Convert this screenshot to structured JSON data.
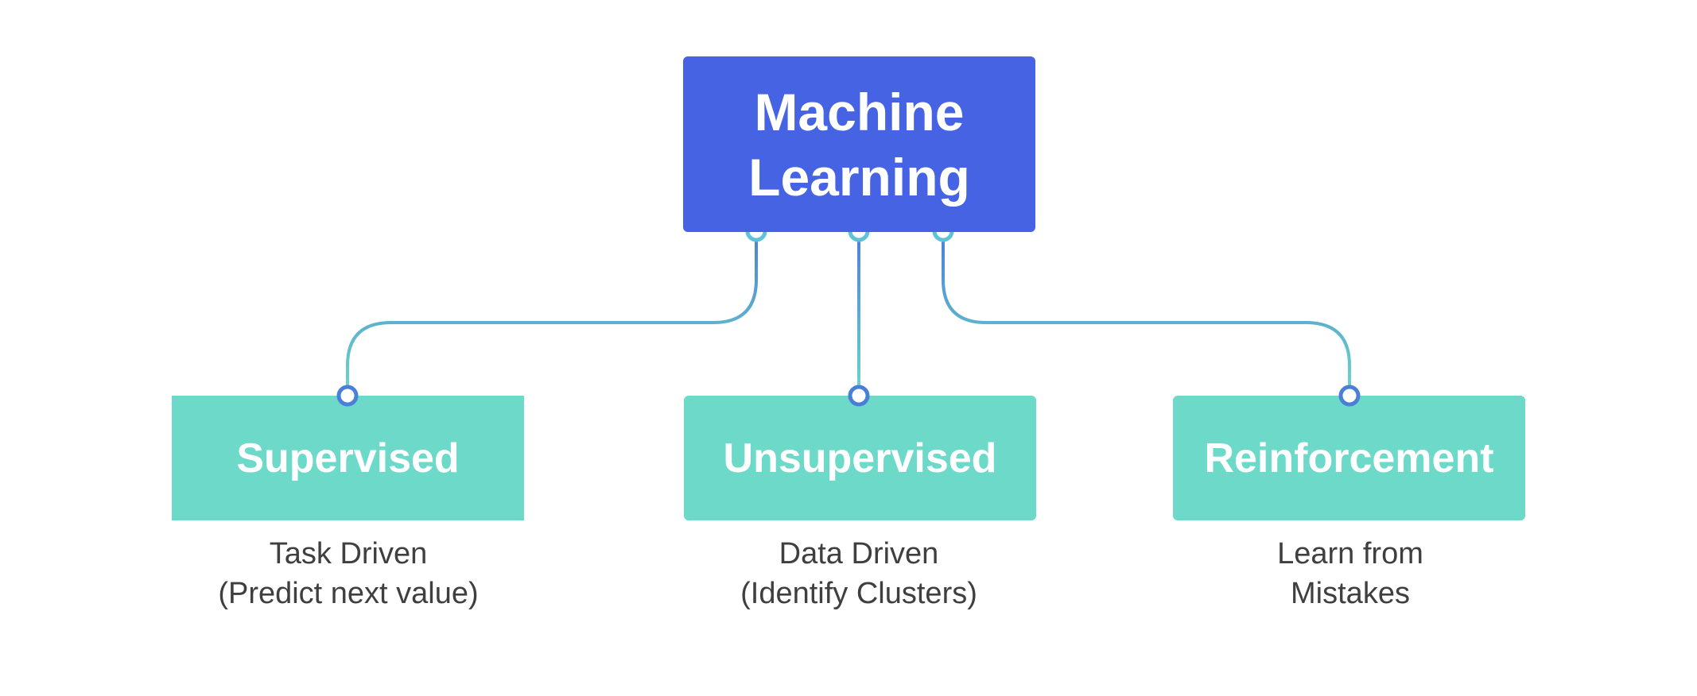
{
  "diagram": {
    "root": {
      "title_line1": "Machine",
      "title_line2": "Learning",
      "color": "#4563E2"
    },
    "children": [
      {
        "label": "Supervised",
        "caption_line1": "Task Driven",
        "caption_line2": "(Predict next value)",
        "color": "#6DD9C8"
      },
      {
        "label": "Unsupervised",
        "caption_line1": "Data Driven",
        "caption_line2": "(Identify Clusters)",
        "color": "#6DD9C8"
      },
      {
        "label": "Reinforcement",
        "caption_line1": "Learn from",
        "caption_line2": "Mistakes",
        "color": "#6DD9C8"
      }
    ],
    "connector_gradient": [
      "#4A7FD6",
      "#6DD9C8"
    ]
  }
}
